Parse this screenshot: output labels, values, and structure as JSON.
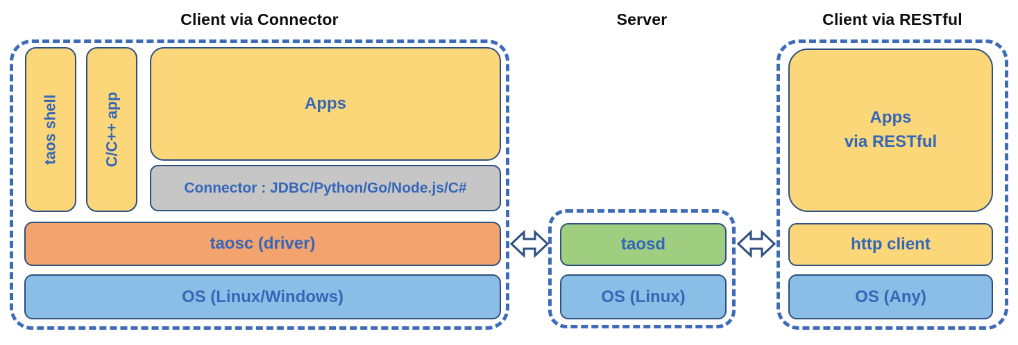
{
  "diagram": {
    "kind": "architecture-diagram",
    "colors": {
      "dashed_border": "#3d6bb8",
      "box_border": "#2f4f7f",
      "yellow": "#fbd77a",
      "gray": "#c6c6c6",
      "orange": "#f2a36e",
      "blue": "#8abee6",
      "green": "#9fce81",
      "label_text": "#3566b8",
      "title_text": "#0d0d0d",
      "arrow_fill": "#ffffff"
    },
    "connector_section": {
      "title": "Client via Connector",
      "taos_shell": "taos shell",
      "cpp_app": "C/C++ app",
      "apps": "Apps",
      "connector": "Connector : JDBC/Python/Go/Node.js/C#",
      "taosc": "taosc (driver)",
      "os": "OS (Linux/Windows)"
    },
    "server_section": {
      "title": "Server",
      "taosd": "taosd",
      "os": "OS (Linux)"
    },
    "restful_section": {
      "title": "Client via RESTful",
      "apps": "Apps\nvia RESTful",
      "http_client": "http client",
      "os": "OS (Any)"
    },
    "icons": {
      "left_arrow": "bidirectional-arrow",
      "right_arrow": "bidirectional-arrow"
    }
  }
}
